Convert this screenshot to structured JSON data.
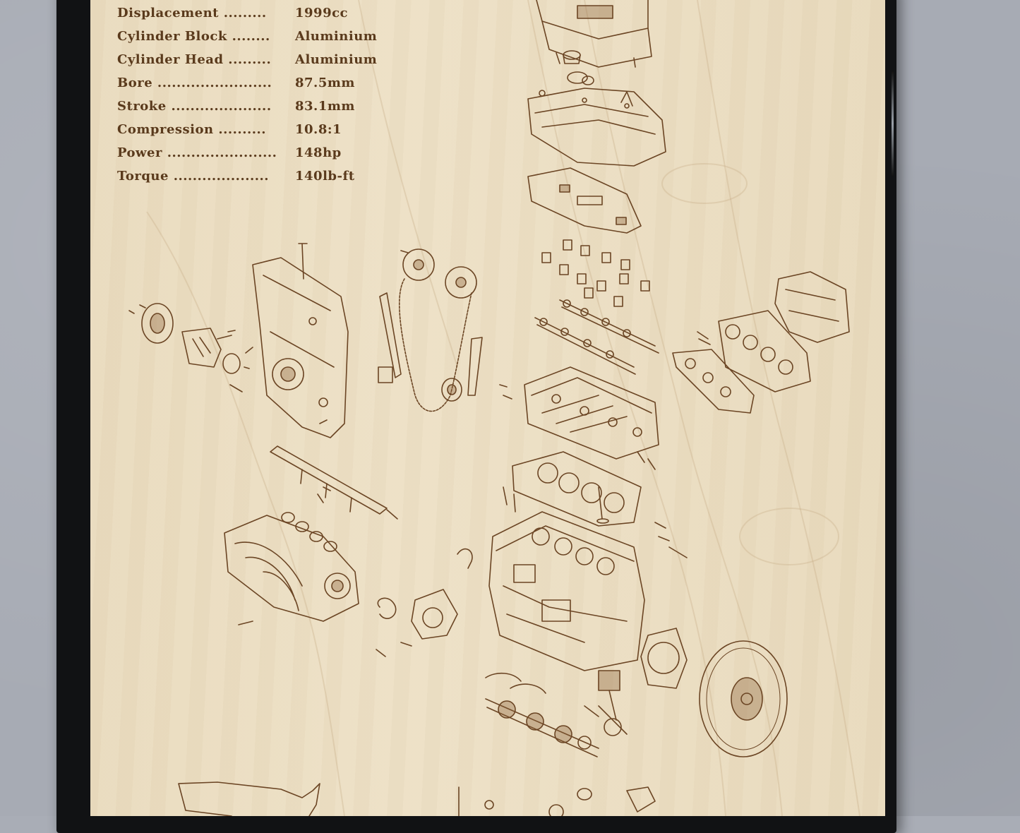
{
  "specs": [
    {
      "label": "Displacement .........",
      "value": "1999cc"
    },
    {
      "label": "Cylinder Block ........",
      "value": "Aluminium"
    },
    {
      "label": "Cylinder Head .........",
      "value": "Aluminium"
    },
    {
      "label": "Bore ........................",
      "value": "87.5mm"
    },
    {
      "label": "Stroke .....................",
      "value": "83.1mm"
    },
    {
      "label": "Compression ..........",
      "value": "10.8:1"
    },
    {
      "label": "Power .......................",
      "value": "148hp"
    },
    {
      "label": "Torque ....................",
      "value": "140lb-ft"
    }
  ],
  "colors": {
    "wood": "#ecdfc4",
    "engraving": "#6b4524",
    "frame": "#111214",
    "wall": "#a7abb4"
  }
}
